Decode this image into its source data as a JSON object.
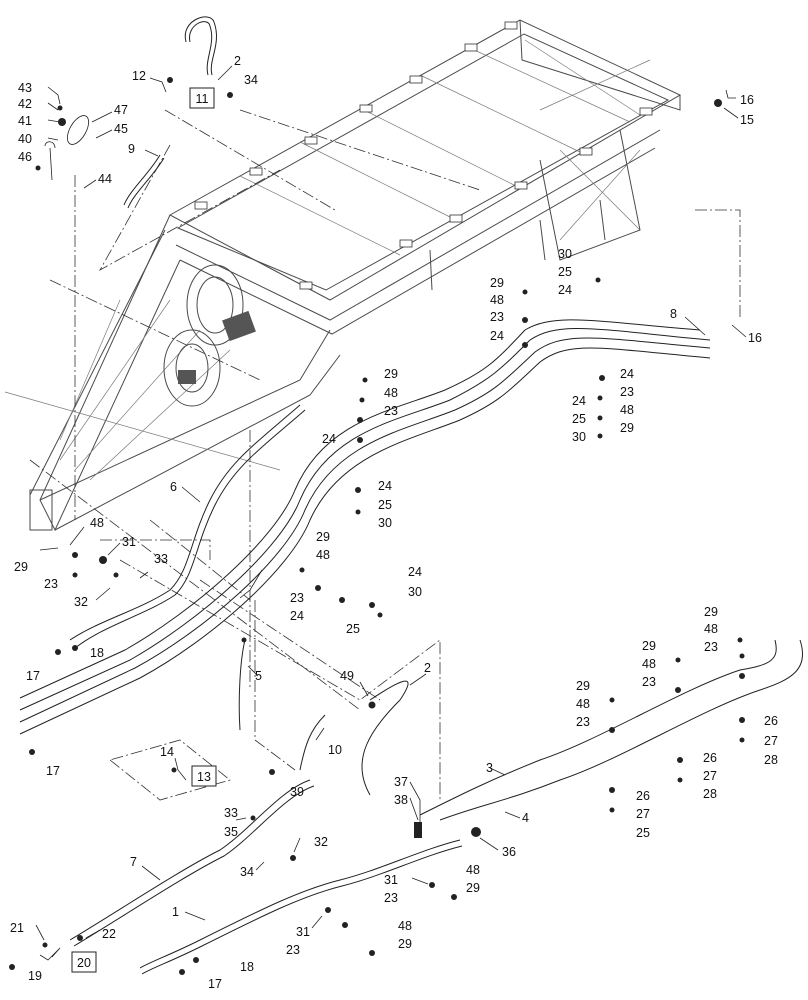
{
  "diagram": {
    "kind": "exploded parts diagram - hydraulic hoses on sprayer boom frame",
    "boxed_callouts": [
      "11",
      "13",
      "20"
    ],
    "callouts": [
      "43",
      "42",
      "41",
      "40",
      "46",
      "47",
      "45",
      "44",
      "9",
      "12",
      "2",
      "34",
      "16",
      "15",
      "30",
      "25",
      "24",
      "29",
      "48",
      "23",
      "24",
      "8",
      "16",
      "29",
      "48",
      "23",
      "24",
      "24",
      "25",
      "30",
      "24",
      "23",
      "48",
      "29",
      "24",
      "25",
      "30",
      "6",
      "48",
      "29",
      "23",
      "31",
      "32",
      "33",
      "29",
      "48",
      "23",
      "24",
      "24",
      "30",
      "25",
      "17",
      "18",
      "17",
      "5",
      "49",
      "2",
      "14",
      "39",
      "10",
      "29",
      "48",
      "23",
      "29",
      "48",
      "23",
      "29",
      "48",
      "23",
      "26",
      "27",
      "28",
      "26",
      "27",
      "28",
      "26",
      "27",
      "25",
      "3",
      "4",
      "37",
      "38",
      "36",
      "33",
      "35",
      "7",
      "34",
      "32",
      "31",
      "23",
      "48",
      "29",
      "1",
      "31",
      "23",
      "48",
      "29",
      "21",
      "22",
      "19",
      "18",
      "17"
    ]
  }
}
